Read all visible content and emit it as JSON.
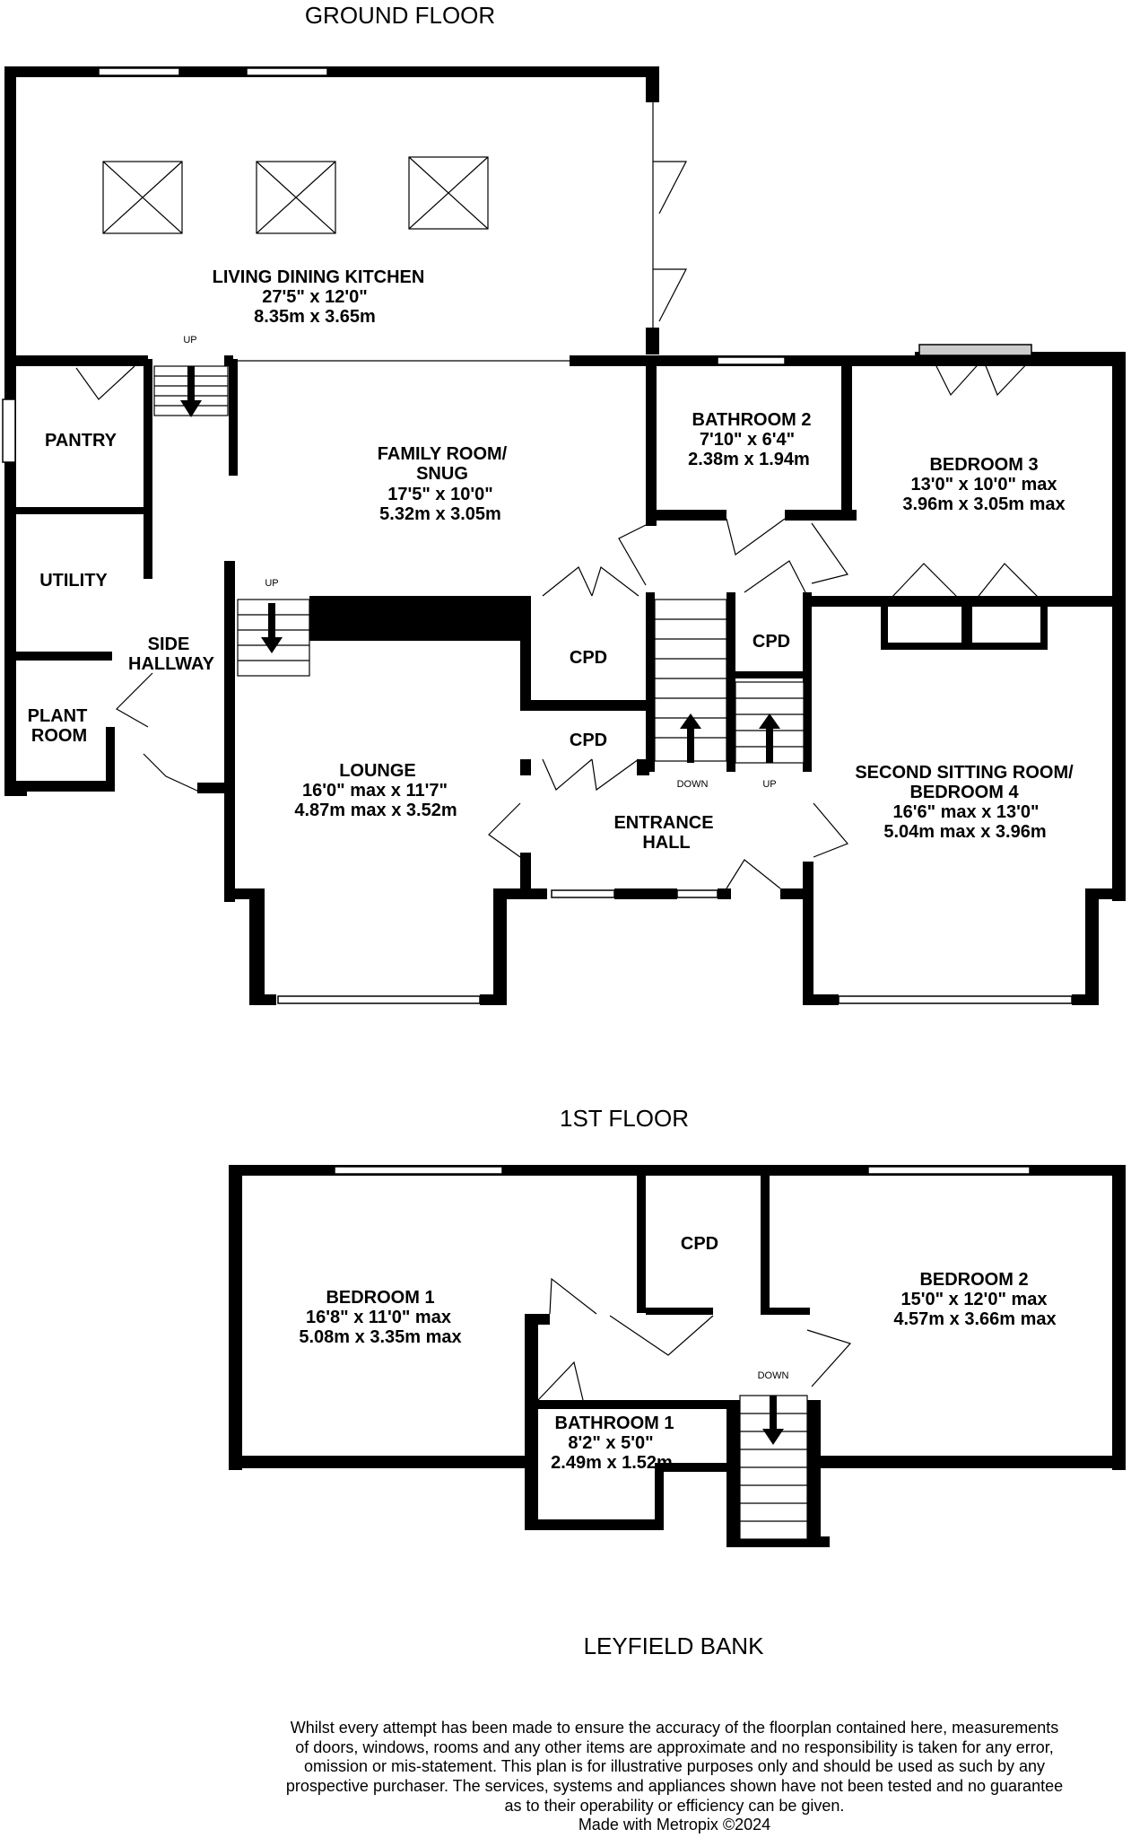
{
  "titles": {
    "ground_floor": "GROUND FLOOR",
    "first_floor": "1ST FLOOR",
    "property": "LEYFIELD BANK"
  },
  "ground_floor": {
    "kitchen": {
      "name": "LIVING DINING KITCHEN",
      "imperial": "27'5\"  x 12'0\"",
      "metric": "8.35m  x 3.65m"
    },
    "pantry": {
      "name": "PANTRY"
    },
    "family": {
      "name1": "FAMILY ROOM/",
      "name2": "SNUG",
      "imperial": "17'5\"  x 10'0\"",
      "metric": "5.32m  x 3.05m"
    },
    "bathroom2": {
      "name": "BATHROOM 2",
      "imperial": "7'10\"  x 6'4\"",
      "metric": "2.38m  x 1.94m"
    },
    "bedroom3": {
      "name": "BEDROOM 3",
      "imperial": "13'0\"  x 10'0\" max",
      "metric": "3.96m  x 3.05m max"
    },
    "utility": {
      "name": "UTILITY"
    },
    "side_hallway": {
      "name1": "SIDE",
      "name2": "HALLWAY"
    },
    "plant_room": {
      "name1": "PLANT",
      "name2": "ROOM"
    },
    "cpd_a": "CPD",
    "cpd_b": "CPD",
    "cpd_c": "CPD",
    "lounge": {
      "name": "LOUNGE",
      "imperial": "16'0\" max x 11'7\"",
      "metric": "4.87m max x 3.52m"
    },
    "entrance": {
      "name1": "ENTRANCE",
      "name2": "HALL"
    },
    "second_sitting": {
      "name1": "SECOND SITTING ROOM/",
      "name2": "BEDROOM 4",
      "imperial": "16'6\" max x 13'0\"",
      "metric": "5.04m max x 3.96m"
    },
    "stairs": {
      "up1": "UP",
      "up2": "UP",
      "up3": "UP",
      "down": "DOWN"
    }
  },
  "first_floor": {
    "bedroom1": {
      "name": "BEDROOM 1",
      "imperial": "16'8\"  x 11'0\" max",
      "metric": "5.08m  x 3.35m max"
    },
    "cpd": "CPD",
    "bedroom2": {
      "name": "BEDROOM 2",
      "imperial": "15'0\"  x 12'0\" max",
      "metric": "4.57m  x 3.66m max"
    },
    "bathroom1": {
      "name": "BATHROOM 1",
      "imperial": "8'2\"  x 5'0\"",
      "metric": "2.49m  x 1.52m"
    },
    "down": "DOWN"
  },
  "disclaimer": [
    "Whilst every attempt has been made to ensure the accuracy of the floorplan contained here, measurements",
    "of doors, windows, rooms and any other items are approximate and no responsibility is taken for any error,",
    "omission or mis-statement. This plan is for illustrative purposes only and should be used as such by any",
    "prospective purchaser. The services, systems and appliances shown have not been tested and no guarantee",
    "as to their operability or efficiency can be given."
  ],
  "credit": "Made with Metropix ©2024"
}
